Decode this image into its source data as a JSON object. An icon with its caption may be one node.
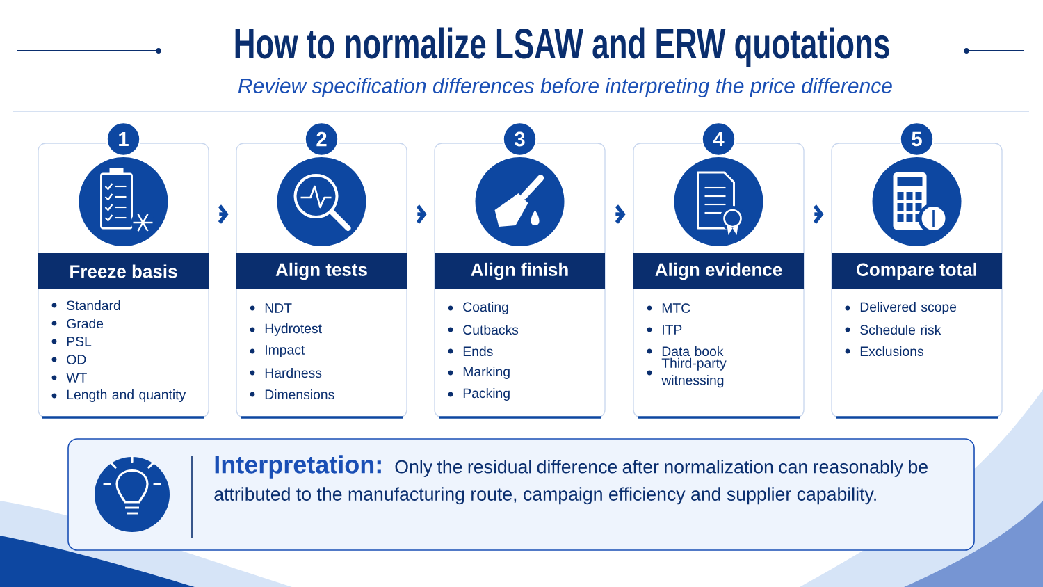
{
  "diagram": {
    "title": "How to normalize LSAW and ERW quotations",
    "caption": "Review specification differences before interpreting the price difference",
    "nodes": [
      {
        "text": [
          "1",
          "Freeze basis",
          "Standard",
          "Grade",
          "PSL",
          "OD",
          "WT",
          "Length and quantity"
        ]
      },
      {
        "text": [
          "2",
          "Align tests",
          "NDT",
          "Hydrotest",
          "Impact",
          "Hardness",
          "Dimensions"
        ]
      },
      {
        "text": [
          "3",
          "Align finish",
          "Coating",
          "Cutbacks",
          "Ends",
          "Marking",
          "Packing"
        ]
      },
      {
        "text": [
          "4",
          "Align evidence",
          "MTC",
          "ITP",
          "Data book",
          "Third-party witnessing"
        ]
      },
      {
        "text": [
          "5",
          "Compare total",
          "Delivered scope",
          "Schedule risk",
          "Exclusions"
        ]
      },
      {
        "text": [
          "Interpretation:",
          "Only the residual difference after normalization can reasonably be attributed to the manufacturing route, campaign efficiency and supplier capability."
        ]
      }
    ],
    "edges": [
      {
        "from": 0,
        "to": 1,
        "arrow": "to"
      },
      {
        "from": 1,
        "to": 2,
        "arrow": "to"
      },
      {
        "from": 2,
        "to": 3,
        "arrow": "to"
      },
      {
        "from": 3,
        "to": 4,
        "arrow": "to"
      }
    ]
  }
}
